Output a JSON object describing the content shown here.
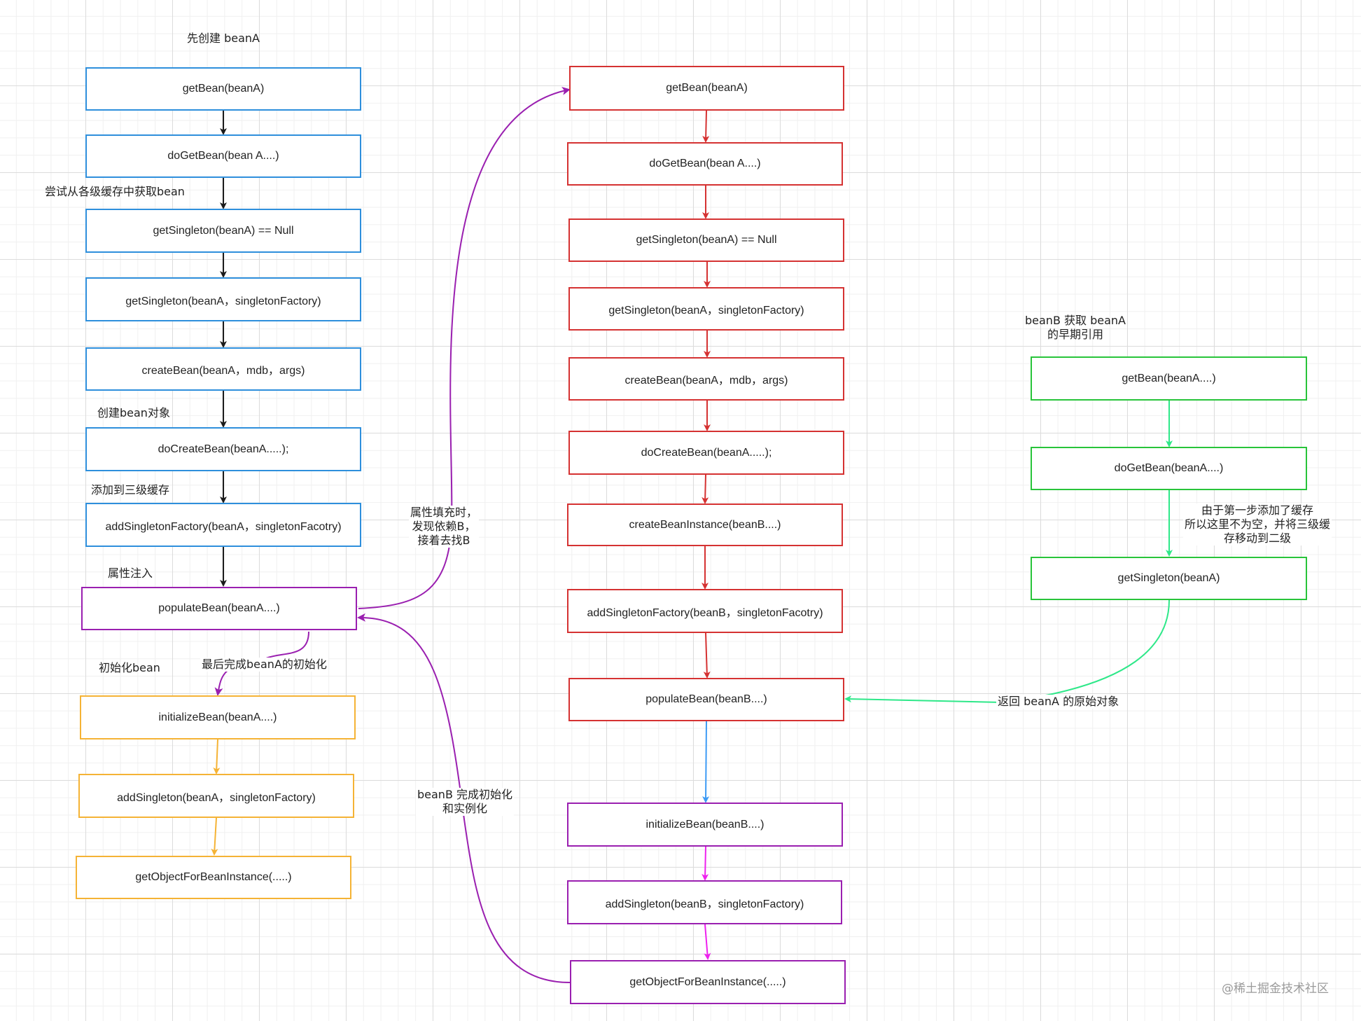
{
  "colors": {
    "blue": "#2e8fdc",
    "red": "#d53232",
    "purple": "#9a1fb0",
    "orange": "#f5b335",
    "green": "#28c43a",
    "green_edge": "#2ee889",
    "blue_edge": "#3d9bf5",
    "magenta_edge": "#ee22ee",
    "black": "#1a1a1a"
  },
  "left": {
    "title": "先创建 beanA",
    "boxes": [
      "getBean(beanA)",
      "doGetBean(bean A....)",
      "getSingleton(beanA) == Null",
      "getSingleton(beanA，singletonFactory)",
      "createBean(beanA，mdb，args)",
      "doCreateBean(beanA.....);",
      "addSingletonFactory(beanA，singletonFacotry)",
      "populateBean(beanA....)",
      "initializeBean(beanA....)",
      "addSingleton(beanA，singletonFactory)",
      "getObjectForBeanInstance(.....)"
    ],
    "notes": {
      "cache_lookup": "尝试从各级缓存中获取bean",
      "create_object": "创建bean对象",
      "add_third": "添加到三级缓存",
      "inject": "属性注入",
      "init": "初始化bean",
      "finish_a": "最后完成beanA的初始化"
    }
  },
  "middle": {
    "boxes": [
      "getBean(beanA)",
      "doGetBean(bean A....)",
      "getSingleton(beanA) == Null",
      "getSingleton(beanA，singletonFactory)",
      "createBean(beanA，mdb，args)",
      "doCreateBean(beanA.....);",
      "createBeanInstance(beanB....)",
      "addSingletonFactory(beanB，singletonFacotry)",
      "populateBean(beanB....)",
      "initializeBean(beanB....)",
      "addSingleton(beanB，singletonFactory)",
      "getObjectForBeanInstance(.....)"
    ]
  },
  "right": {
    "title": "beanB 获取 beanA\n的早期引用",
    "boxes": [
      "getBean(beanA....)",
      "doGetBean(beanA....)",
      "getSingleton(beanA)"
    ],
    "note": "由于第一步添加了缓存\n所以这里不为空，并将三级缓\n存移动到二级"
  },
  "edge_labels": {
    "find_b": "属性填充时，\n发现依赖B，\n接着去找B",
    "b_done": "beanB 完成初始化\n和实例化",
    "return_a": "返回 beanA 的原始对象"
  },
  "watermark": "@稀土掘金技术社区"
}
